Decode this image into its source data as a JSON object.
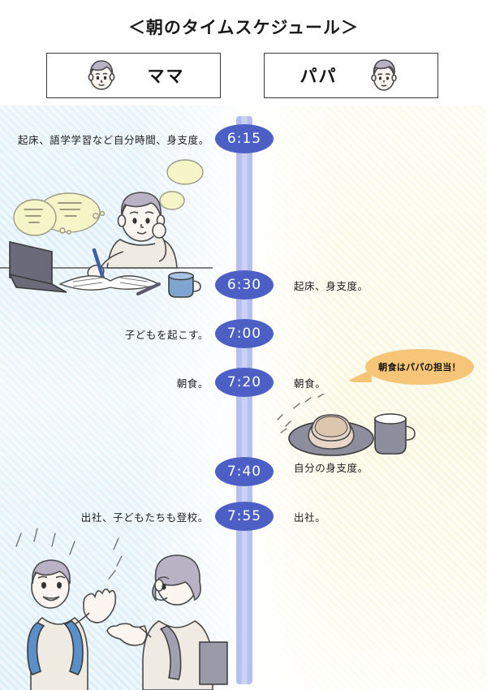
{
  "title": "＜朝のタイムスケジュール＞",
  "columns": {
    "left": {
      "label": "ママ",
      "avatar_icon": "mother-face-icon"
    },
    "right": {
      "label": "パパ",
      "avatar_icon": "father-face-icon"
    }
  },
  "colors": {
    "timeline_bar": "#b7bfee",
    "time_badge": "#4c5fc4",
    "time_badge_text": "#ffffff",
    "left_panel_bg": "#dceef7",
    "right_panel_bg": "#f7f6dd",
    "speech_bubble": "#f7c578",
    "text": "#1c1c1c"
  },
  "timeline": [
    {
      "time": "6:15",
      "left_text": "起床、語学学習など自分時間、身支度。",
      "right_text": ""
    },
    {
      "time": "6:30",
      "left_text": "",
      "right_text": "起床、身支度。"
    },
    {
      "time": "7:00",
      "left_text": "子どもを起こす。",
      "right_text": ""
    },
    {
      "time": "7:20",
      "left_text": "朝食。",
      "right_text": "朝食。"
    },
    {
      "time": "7:40",
      "left_text": "",
      "right_text": "自分の身支度。"
    },
    {
      "time": "7:55",
      "left_text": "出社、子どもたちも登校。",
      "right_text": "出社。"
    }
  ],
  "speech_bubble": {
    "text": "朝食はパパの担当！"
  },
  "illustrations": [
    {
      "name": "mother-studying-illustration",
      "caption_context": "6:15 自分時間"
    },
    {
      "name": "breakfast-toast-milk-illustration",
      "caption_context": "7:20 朝食"
    },
    {
      "name": "mother-child-highfive-illustration",
      "caption_context": "7:55 出社・登校"
    }
  ]
}
